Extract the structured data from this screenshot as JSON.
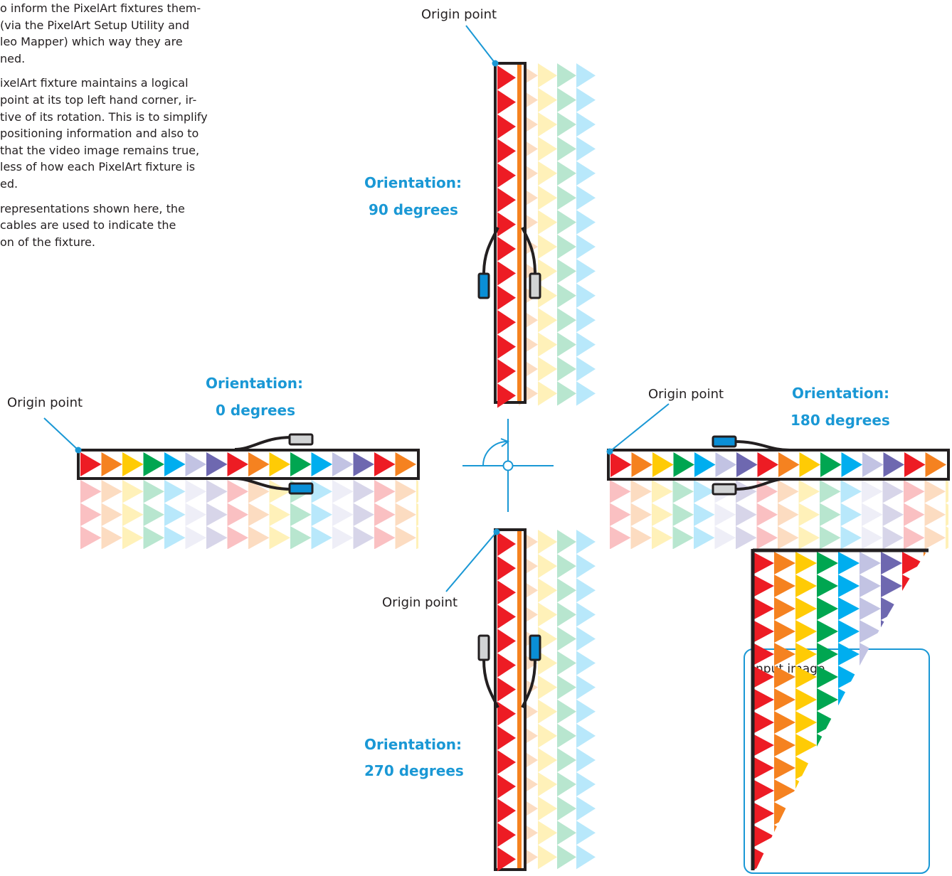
{
  "intro": {
    "paragraphs": [
      [
        "o inform the PixelArt fixtures them-",
        "(via the PixelArt Setup Utility and",
        "leo Mapper) which way they are",
        "ned."
      ],
      [
        "ixelArt fixture maintains a logical",
        "point at its top left hand corner, ir-",
        "tive of its rotation. This is to simplify",
        "positioning information and also to",
        "that the video image remains true,",
        "less of how each PixelArt fixture is",
        "ed."
      ],
      [
        "representations shown here, the",
        "cables are used to indicate the",
        "on of the fixture."
      ]
    ]
  },
  "fixtures": {
    "deg0": {
      "origin_label": "Origin point",
      "orientation_label": "Orientation:",
      "orientation_value": "0 degrees"
    },
    "deg90": {
      "origin_label": "Origin point",
      "orientation_label": "Orientation:",
      "orientation_value": "90 degrees"
    },
    "deg180": {
      "origin_label": "Origin point",
      "orientation_label": "Orientation:",
      "orientation_value": "180 degrees"
    },
    "deg270": {
      "origin_label": "Origin point",
      "orientation_label": "Orientation:",
      "orientation_value": "270 degrees"
    }
  },
  "input_image": {
    "label": "Input image"
  },
  "colors": {
    "pixels": [
      "#ed1c24",
      "#f58220",
      "#ffcb05",
      "#00a651",
      "#00aeef",
      "#c2c3e3",
      "#6e68b0"
    ],
    "accent": "#1a98d5",
    "outline": "#231f20",
    "cable": "#231f20",
    "connector_blue": "#0a8fd6",
    "connector_grey": "#d1d3d4"
  },
  "icons": {
    "rotation": "rotation-crosshair-icon",
    "origin": "origin-dot-icon"
  }
}
